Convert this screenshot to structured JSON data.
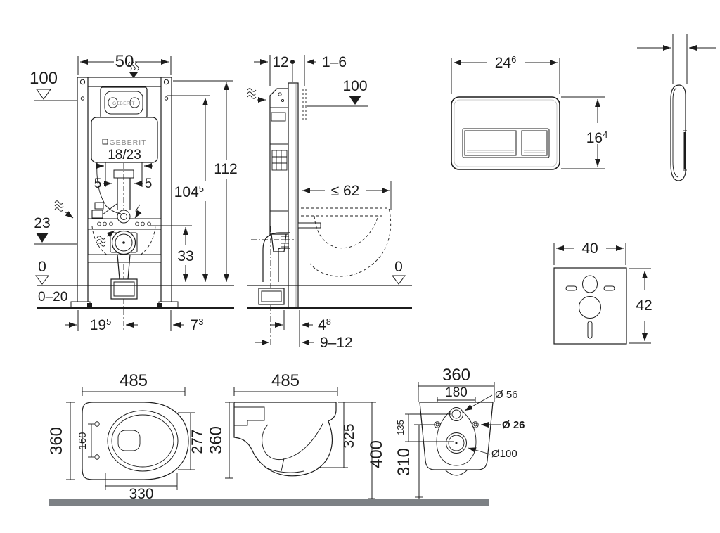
{
  "colors": {
    "line": "#1c1c1c",
    "floor": "#7d8185",
    "background": "#ffffff",
    "shade": "#cfcfcf",
    "logo": "#8a8a8a"
  },
  "front_view": {
    "d50": "50",
    "d100": "100",
    "d112": "112",
    "d104": {
      "base": "104",
      "sup": "5"
    },
    "logo_inspection": "GEBERIT",
    "logo_cistern": "GEBERIT",
    "cistern_type": "18/23",
    "d5_left": "5",
    "d5_right": "5",
    "d23": "23",
    "d33": "33",
    "d0": "0",
    "d0_20": "0–20",
    "d195": {
      "base": "19",
      "sup": "5"
    },
    "d73": {
      "base": "7",
      "sup": "3"
    }
  },
  "side_view": {
    "d12": "12",
    "d1_6": "1–6",
    "d100": "100",
    "dle62": "≤ 62",
    "d0": "0",
    "d48": {
      "base": "4",
      "sup": "8"
    },
    "d9_12": "9–12"
  },
  "flush_plate": {
    "width": {
      "base": "24",
      "sup": "6"
    },
    "height": {
      "base": "16",
      "sup": "4"
    }
  },
  "sound_mat": {
    "width": "40",
    "height": "42"
  },
  "bowl_top": {
    "length": "485",
    "width": "360",
    "hinge_spacing": "160",
    "inner_length": "277",
    "bottom_width": "330"
  },
  "bowl_side": {
    "length": "485",
    "height": "360",
    "front_height": "325",
    "total_height": "400"
  },
  "bowl_back": {
    "width": "360",
    "hole_spacing": "180",
    "d56": "Ø 56",
    "d26": "Ø 26",
    "d100": "Ø100",
    "d135": "135",
    "d310": "310"
  }
}
